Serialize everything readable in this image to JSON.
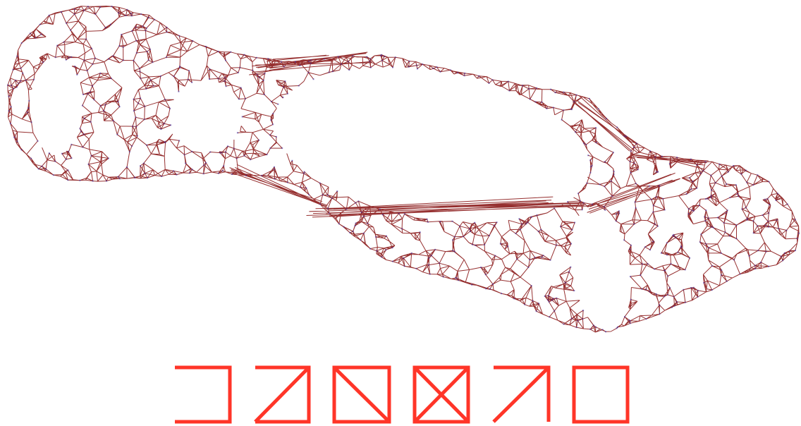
{
  "figure": {
    "background_color": "#ffffff",
    "graph": {
      "type": "force-directed-network",
      "edge_color": "#8b1a1a",
      "node_color": "#3a2aa0"
    },
    "glyph_row": {
      "stroke_color": "#ff3528",
      "glyphs": [
        {
          "name": "bracket-glyph"
        },
        {
          "name": "box-diagonal-up-left-glyph"
        },
        {
          "name": "box-diagonal-down-glyph"
        },
        {
          "name": "box-cross-glyph"
        },
        {
          "name": "open-box-diagonal-glyph"
        },
        {
          "name": "box-glyph"
        }
      ]
    }
  }
}
